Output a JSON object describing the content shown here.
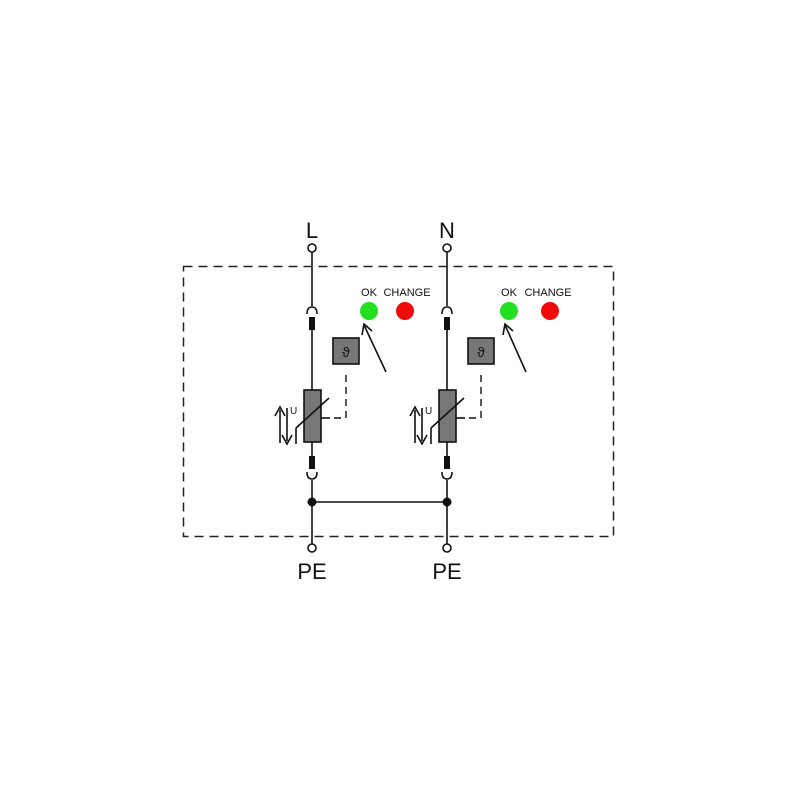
{
  "diagram": {
    "type": "surge-protection-device-schematic",
    "terminals": {
      "top_left": "L",
      "top_right": "N",
      "bottom_left": "PE",
      "bottom_right": "PE"
    },
    "poles": [
      {
        "id": "pole-L",
        "indicator_ok_label": "OK",
        "indicator_change_label": "CHANGE",
        "thermal_symbol": "ϑ",
        "varistor_label": "U"
      },
      {
        "id": "pole-N",
        "indicator_ok_label": "OK",
        "indicator_change_label": "CHANGE",
        "thermal_symbol": "ϑ",
        "varistor_label": "U"
      }
    ],
    "colors": {
      "ok_led": "#22e01f",
      "change_led": "#f00a0a",
      "component_fill": "#777777",
      "line": "#111111"
    }
  }
}
